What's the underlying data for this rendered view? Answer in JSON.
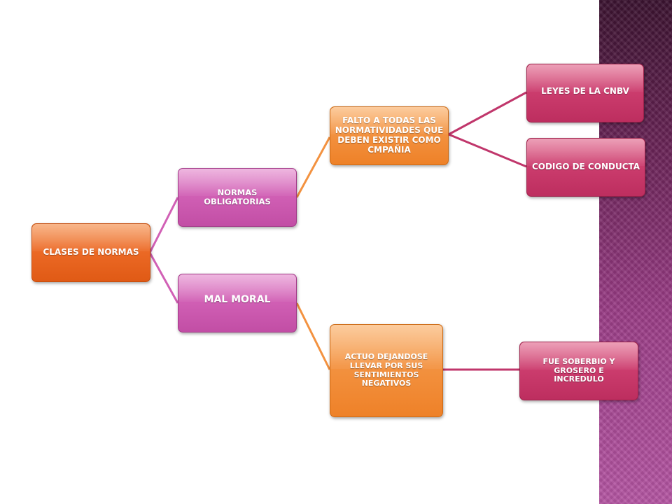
{
  "diagram": {
    "root": "CLASES DE NORMAS",
    "level1": {
      "normas_obligatorias": "NORMAS OBLIGATORIAS",
      "mal_moral": "MAL MORAL"
    },
    "level2": {
      "falto": "FALTO A TODAS LAS NORMATIVIDADES QUE DEBEN EXISTIR COMO CMPAÑIA",
      "actuo": "ACTUO DEJANDOSE LLEVAR POR SUS SENTIMIENTOS NEGATIVOS"
    },
    "level3": {
      "leyes": "LEYES DE LA CNBV",
      "codigo": "CODIGO DE CONDUCTA",
      "fue": "FUE SOBERBIO Y GROSERO E INCREDULO"
    }
  },
  "colors": {
    "root": "#ec6a26",
    "level1": "#d160b5",
    "level2": "#f39240",
    "level3": "#cc3d6e",
    "sidebar": "#9a3d86"
  }
}
